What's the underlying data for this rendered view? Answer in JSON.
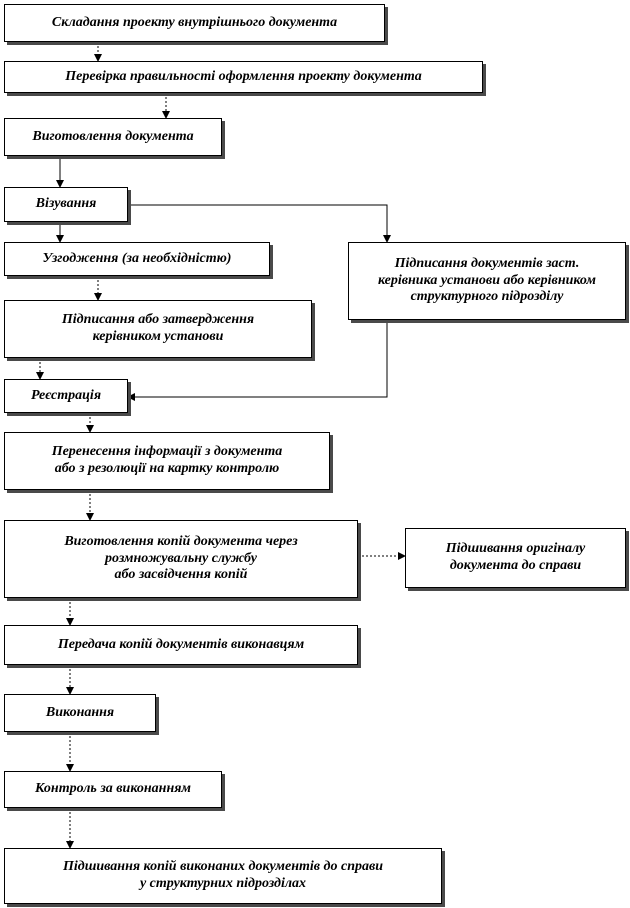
{
  "flowchart": {
    "steps": [
      {
        "id": "drafting",
        "label": "Складання проекту внутрішнього документа"
      },
      {
        "id": "formatting_check",
        "label": "Перевірка правильності оформлення проекту документа"
      },
      {
        "id": "production",
        "label": "Виготовлення документа"
      },
      {
        "id": "endorsement",
        "label": "Візування"
      },
      {
        "id": "approval_if_needed",
        "label": "Узгодження (за необхідністю)"
      },
      {
        "id": "deputy_signing",
        "label": "Підписання документів заст.\nкерівника установи або керівником\nструктурного підрозділу"
      },
      {
        "id": "head_signing",
        "label": "Підписання або затвердження\nкерівником установи"
      },
      {
        "id": "registration",
        "label": "Реєстрація"
      },
      {
        "id": "transfer_info",
        "label": "Перенесення інформації з документа\nабо з резолюції на картку контролю"
      },
      {
        "id": "copies",
        "label": "Виготовлення копій документа через\nрозмножувальну службу\nабо засвідчення копій"
      },
      {
        "id": "file_original",
        "label": "Підшивання оригіналу\nдокумента до справи"
      },
      {
        "id": "send_copies",
        "label": "Передача копій документів виконавцям"
      },
      {
        "id": "execution",
        "label": "Виконання"
      },
      {
        "id": "control",
        "label": "Контроль за виконанням"
      },
      {
        "id": "file_copies",
        "label": "Підшивання копій виконаних документів до справи\nу структурних підрозділах"
      }
    ],
    "connectors": [
      {
        "from": "drafting",
        "to": "formatting_check",
        "style": "dotted"
      },
      {
        "from": "formatting_check",
        "to": "production",
        "style": "dotted"
      },
      {
        "from": "production",
        "to": "endorsement",
        "style": "solid"
      },
      {
        "from": "endorsement",
        "to": "approval_if_needed",
        "style": "solid"
      },
      {
        "from": "endorsement",
        "to": "deputy_signing",
        "style": "solid"
      },
      {
        "from": "approval_if_needed",
        "to": "head_signing",
        "style": "dotted"
      },
      {
        "from": "head_signing",
        "to": "registration",
        "style": "dotted"
      },
      {
        "from": "deputy_signing",
        "to": "registration",
        "style": "solid"
      },
      {
        "from": "registration",
        "to": "transfer_info",
        "style": "dotted"
      },
      {
        "from": "transfer_info",
        "to": "copies",
        "style": "dotted"
      },
      {
        "from": "copies",
        "to": "file_original",
        "style": "dotted"
      },
      {
        "from": "copies",
        "to": "send_copies",
        "style": "dotted"
      },
      {
        "from": "send_copies",
        "to": "execution",
        "style": "dotted"
      },
      {
        "from": "execution",
        "to": "control",
        "style": "dotted"
      },
      {
        "from": "control",
        "to": "file_copies",
        "style": "dotted"
      }
    ]
  }
}
